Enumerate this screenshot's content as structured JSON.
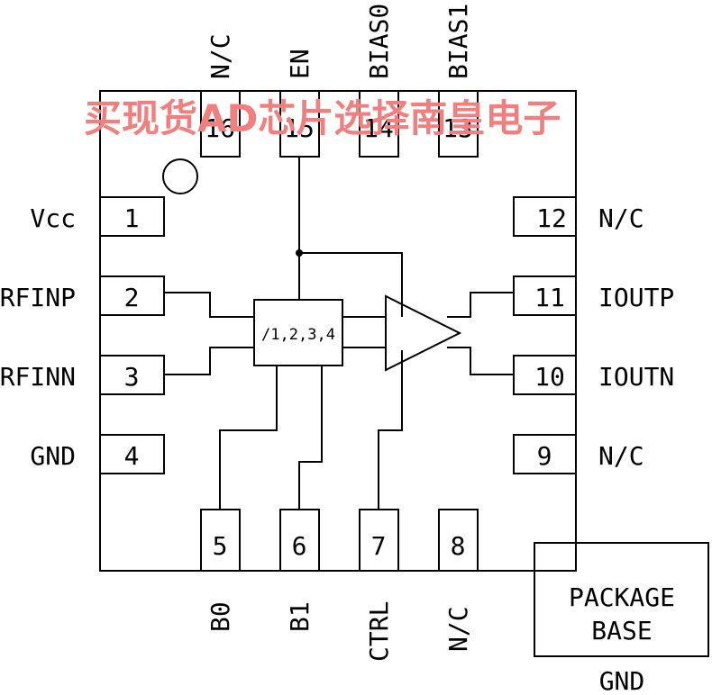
{
  "watermark": "买现货AD芯片选择南皇电子",
  "pins": {
    "p1": {
      "num": "1",
      "name": "Vcc"
    },
    "p2": {
      "num": "2",
      "name": "RFINP"
    },
    "p3": {
      "num": "3",
      "name": "RFINN"
    },
    "p4": {
      "num": "4",
      "name": "GND"
    },
    "p5": {
      "num": "5",
      "name": "B0"
    },
    "p6": {
      "num": "6",
      "name": "B1"
    },
    "p7": {
      "num": "7",
      "name": "CTRL"
    },
    "p8": {
      "num": "8",
      "name": "N/C"
    },
    "p9": {
      "num": "9",
      "name": "N/C"
    },
    "p10": {
      "num": "10",
      "name": "IOUTN"
    },
    "p11": {
      "num": "11",
      "name": "IOUTP"
    },
    "p12": {
      "num": "12",
      "name": "N/C"
    },
    "p13": {
      "num": "13",
      "name": "BIAS1"
    },
    "p14": {
      "num": "14",
      "name": "BIAS0"
    },
    "p15": {
      "num": "15",
      "name": "EN"
    },
    "p16": {
      "num": "16",
      "name": "N/C"
    }
  },
  "divider_label": "/1,2,3,4",
  "package_base": {
    "line1": "PACKAGE",
    "line2": "BASE",
    "pin_label": "GND"
  }
}
